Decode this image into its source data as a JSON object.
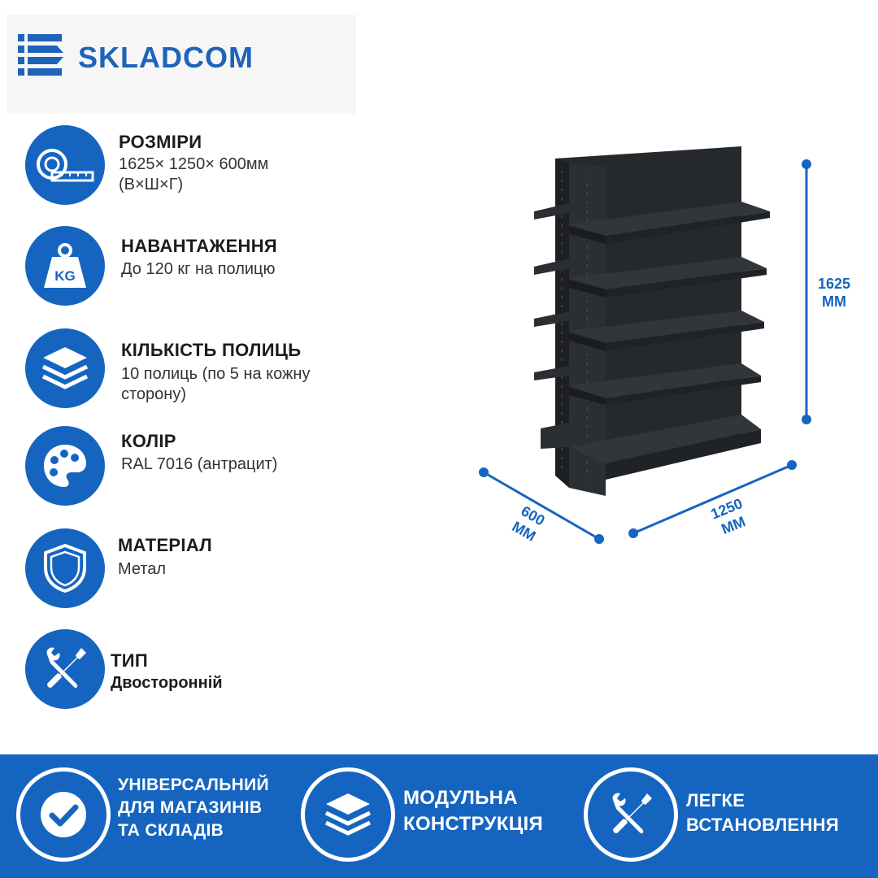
{
  "brand": {
    "name": "SKLADCOM",
    "color": "#1f63b8"
  },
  "colors": {
    "accent": "#1565c0",
    "shelf": "#2b2e33"
  },
  "specs": [
    {
      "icon": "measuring-tape-icon",
      "title": "РОЗМІРИ",
      "desc": "1625× 1250× 600мм (В×Ш×Г)"
    },
    {
      "icon": "kg-weight-icon",
      "title": "НАВАНТАЖЕННЯ",
      "desc": "До 120 кг на полицю"
    },
    {
      "icon": "layers-icon",
      "title": "КІЛЬКІСТЬ ПОЛИЦЬ",
      "desc": "10 полиць (по 5 на кожну сторону)"
    },
    {
      "icon": "palette-icon",
      "title": "КОЛІР",
      "desc": "RAL 7016 (антрацит)"
    },
    {
      "icon": "shield-icon",
      "title": "МАТЕРІАЛ",
      "desc": "Метал"
    },
    {
      "icon": "tools-icon",
      "title": "ТИП",
      "desc": "Двосторонній"
    }
  ],
  "dimensions": {
    "height": {
      "value": "1625",
      "unit": "ММ"
    },
    "width": {
      "value": "1250",
      "unit": "ММ"
    },
    "depth": {
      "value": "600",
      "unit": "ММ"
    }
  },
  "footer": [
    {
      "icon": "check-icon",
      "lines": [
        "УНІВЕРСАЛЬНИЙ",
        "ДЛЯ МАГАЗИНІВ",
        "ТА СКЛАДІВ"
      ]
    },
    {
      "icon": "layers-icon",
      "lines": [
        "МОДУЛЬНА",
        "КОНСТРУКЦІЯ"
      ]
    },
    {
      "icon": "tools-icon",
      "lines": [
        "ЛЕГКЕ",
        "ВСТАНОВЛЕННЯ"
      ]
    }
  ]
}
